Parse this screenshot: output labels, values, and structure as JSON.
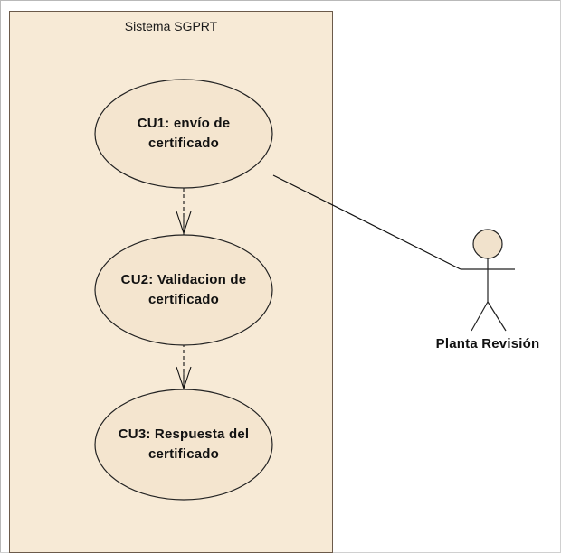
{
  "diagram": {
    "system": {
      "title": "Sistema SGPRT",
      "fill_color": "#f7ead6",
      "border_color": "#6b5a4a"
    },
    "use_cases": [
      {
        "id": "cu1",
        "label": "CU1: envío de\ncertificado"
      },
      {
        "id": "cu2",
        "label": "CU2: Validacion de\ncertificado"
      },
      {
        "id": "cu3",
        "label": "CU3: Respuesta del\ncertificado"
      }
    ],
    "actor": {
      "label": "Planta Revisión",
      "icon": "stick-figure-actor-icon"
    },
    "relationships": [
      {
        "from": "cu1",
        "to": "cu2",
        "type": "dependency",
        "style": "dashed-open-arrow"
      },
      {
        "from": "cu2",
        "to": "cu3",
        "type": "dependency",
        "style": "dashed-open-arrow"
      },
      {
        "from": "actor",
        "to": "cu1",
        "type": "association",
        "style": "solid-line"
      }
    ],
    "colors": {
      "usecase_fill": "#f4e5cf",
      "usecase_stroke": "#222222",
      "actor_head_fill": "#f1e2cc"
    }
  }
}
